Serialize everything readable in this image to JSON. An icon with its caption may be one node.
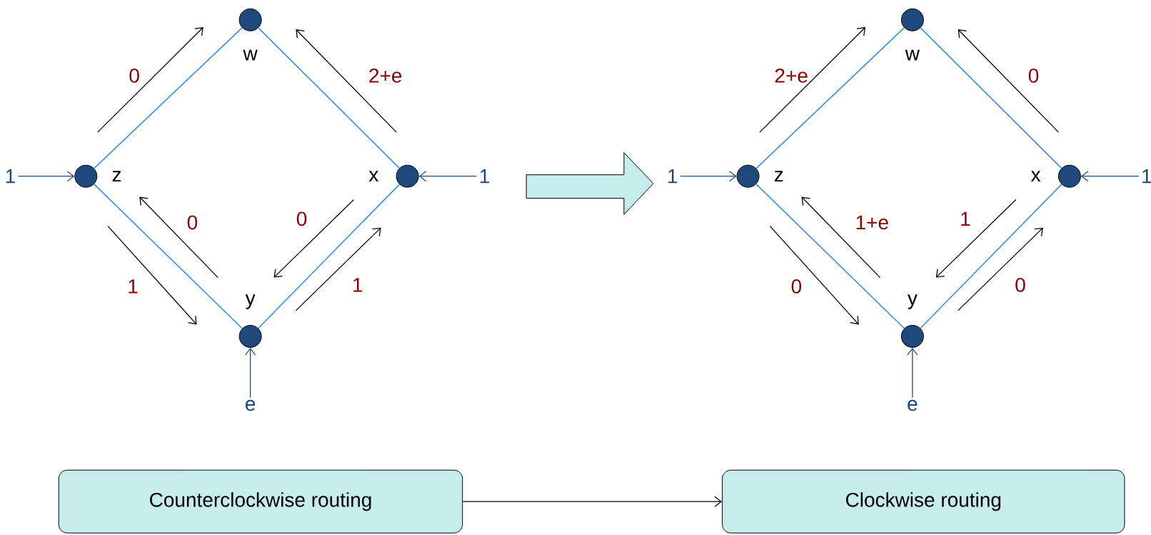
{
  "diagram": {
    "nodes": [
      {
        "text": [],
        "shape": "circle",
        "beside": [
          "w"
        ]
      },
      {
        "text": [],
        "shape": "circle",
        "beside": [
          "z"
        ]
      },
      {
        "text": [],
        "shape": "circle",
        "beside": [
          "x"
        ]
      },
      {
        "text": [],
        "shape": "circle",
        "beside": [
          "y"
        ]
      },
      {
        "text": [
          "1"
        ]
      },
      {
        "text": [
          "1"
        ]
      },
      {
        "text": [
          "e"
        ]
      },
      {
        "text": [],
        "shape": "circle",
        "beside": [
          "w"
        ]
      },
      {
        "text": [],
        "shape": "circle",
        "beside": [
          "z"
        ]
      },
      {
        "text": [],
        "shape": "circle",
        "beside": [
          "x"
        ]
      },
      {
        "text": [],
        "shape": "circle",
        "beside": [
          "y"
        ]
      },
      {
        "text": [
          "1"
        ]
      },
      {
        "text": [
          "1"
        ]
      },
      {
        "text": [
          "e"
        ]
      },
      {
        "text": [
          "Counterclockwise routing"
        ]
      },
      {
        "text": [
          "Clockwise routing"
        ]
      }
    ],
    "edges": [
      {
        "from": 1,
        "to": 0,
        "arrow": "none"
      },
      {
        "from": 0,
        "to": 2,
        "arrow": "none"
      },
      {
        "from": 1,
        "to": 3,
        "arrow": "none"
      },
      {
        "from": 3,
        "to": 2,
        "arrow": "none"
      },
      {
        "from": 4,
        "to": 1,
        "arrow": "to",
        "color": "#1f4e79"
      },
      {
        "from": 5,
        "to": 2,
        "arrow": "to",
        "color": "#1f4e79"
      },
      {
        "from": 6,
        "to": 3,
        "arrow": "to",
        "color": "#1f4e79"
      },
      {
        "from": 8,
        "to": 7,
        "arrow": "none"
      },
      {
        "from": 7,
        "to": 9,
        "arrow": "none"
      },
      {
        "from": 8,
        "to": 10,
        "arrow": "none"
      },
      {
        "from": 10,
        "to": 9,
        "arrow": "none"
      },
      {
        "from": 11,
        "to": 8,
        "arrow": "to",
        "color": "#1f4e79"
      },
      {
        "from": 12,
        "to": 9,
        "arrow": "to",
        "color": "#1f4e79"
      },
      {
        "from": 13,
        "to": 10,
        "arrow": "to",
        "color": "#1f4e79"
      },
      {
        "from": 14,
        "to": 15,
        "arrow": "to",
        "color": "#000000"
      }
    ],
    "labels": [
      "0",
      "2+e",
      "0",
      "0",
      "1",
      "1",
      "2+e",
      "0",
      "1+e",
      "1",
      "0",
      "0"
    ]
  }
}
